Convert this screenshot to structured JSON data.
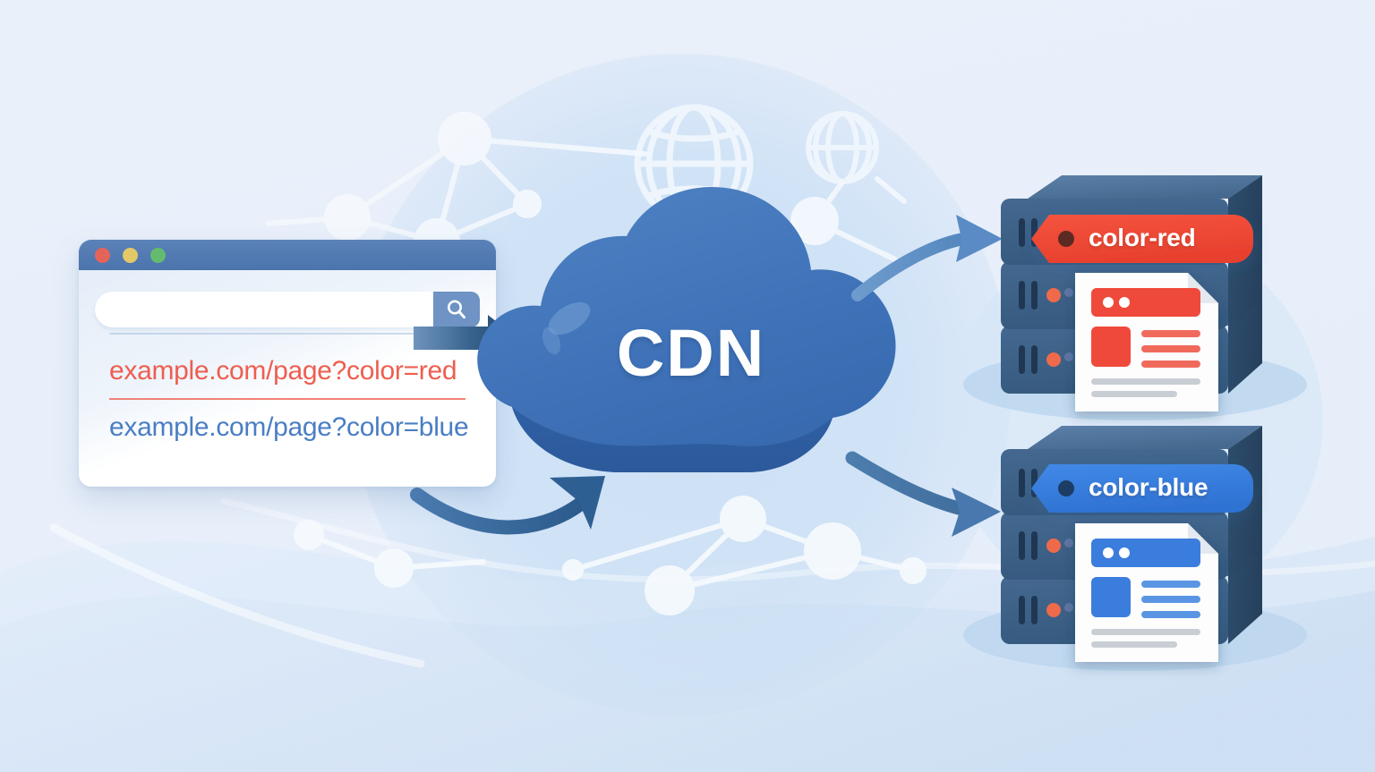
{
  "diagram": {
    "title_text": "CDN",
    "background_color": "#e9eff9"
  },
  "browser": {
    "name": "browser-window",
    "traffic_lights": [
      {
        "name": "close",
        "color": "#e4645a"
      },
      {
        "name": "minimize",
        "color": "#e3c868"
      },
      {
        "name": "maximize",
        "color": "#64bb6e"
      }
    ],
    "search": {
      "value": "",
      "placeholder": "",
      "icon": "search-icon"
    },
    "urls": [
      {
        "text": "example.com/page?color=red",
        "color": "#ee5e4f"
      },
      {
        "text": "example.com/page?color=blue",
        "color": "#4a7ec4"
      }
    ]
  },
  "cdn": {
    "label": "CDN",
    "cloud_color": "#3f72b8",
    "cloud_shadow_color": "#2f5fa3"
  },
  "servers": [
    {
      "name": "server-stack-red",
      "tag_label": "color-red",
      "tag_color": "#ef4a38",
      "accent_color": "#ee4b3b",
      "body_color": "#3d618a",
      "document": {
        "name": "cached-page-red",
        "header_dots": 2,
        "text_lines": 3,
        "footer_lines": 2
      }
    },
    {
      "name": "server-stack-blue",
      "tag_label": "color-blue",
      "tag_color": "#3a7ddc",
      "accent_color": "#3a7ddc",
      "body_color": "#3d618a",
      "document": {
        "name": "cached-page-blue",
        "header_dots": 2,
        "text_lines": 3,
        "footer_lines": 2
      }
    }
  ],
  "arrows": [
    {
      "name": "arrow-browser-to-cdn",
      "from": "browser",
      "to": "cdn",
      "style": "straight",
      "color": "#26506f"
    },
    {
      "name": "arrow-browser-to-cdn-lower",
      "from": "browser",
      "to": "cdn",
      "style": "curved",
      "color": "#31689e"
    },
    {
      "name": "arrow-cdn-to-server-red",
      "from": "cdn",
      "to": "server-stack-red",
      "style": "curved",
      "color": "#5b8bc4"
    },
    {
      "name": "arrow-cdn-to-server-blue",
      "from": "cdn",
      "to": "server-stack-blue",
      "style": "curved",
      "color": "#4878ad"
    }
  ],
  "decorations": {
    "globes": 2,
    "network_nodes": 11,
    "node_color": "#f3f8fd",
    "halo_color": "#cde0f4"
  }
}
